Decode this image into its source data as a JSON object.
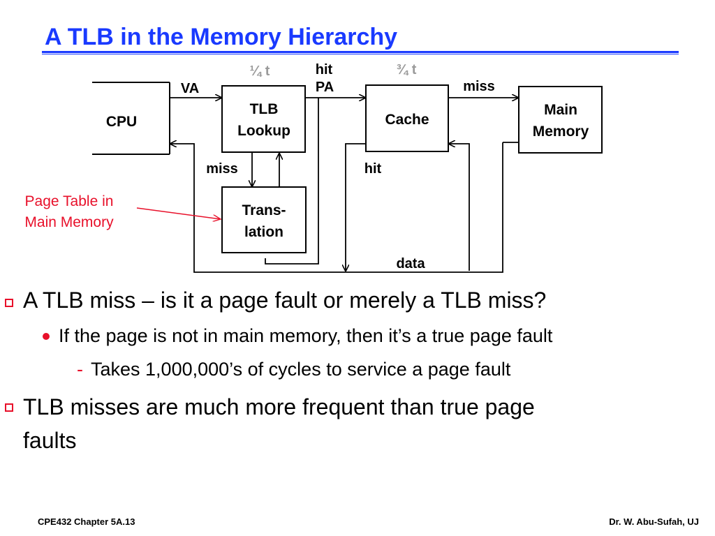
{
  "slide": {
    "title": "A TLB in the Memory Hierarchy"
  },
  "diagram": {
    "blocks": {
      "cpu": "CPU",
      "tlb_line1": "TLB",
      "tlb_line2": "Lookup",
      "cache": "Cache",
      "main_memory_line1": "Main",
      "main_memory_line2": "Memory",
      "translation_line1": "Trans-",
      "translation_line2": "lation"
    },
    "labels": {
      "va": "VA",
      "quarter_t": "¼  t",
      "hit_top": "hit",
      "pa": "PA",
      "three_quarter_t": "¾ t",
      "miss_top": "miss",
      "miss_left": "miss",
      "hit_middle": "hit",
      "data": "data"
    },
    "callout": {
      "line1": "Page Table in",
      "line2": "Main Memory"
    }
  },
  "bullets": [
    {
      "level": 1,
      "text": "A TLB miss – is it a page fault or merely a TLB miss?"
    },
    {
      "level": 2,
      "text": "If the page is not in main memory, then it’s a true page fault"
    },
    {
      "level": 3,
      "text": "Takes 1,000,000’s of cycles to service a page fault"
    },
    {
      "level": 1,
      "text": "TLB misses are much more frequent than true page"
    },
    {
      "level": 1,
      "text": "faults"
    }
  ],
  "footer": {
    "left": "CPE432  Chapter 5A.13",
    "right": "Dr. W. Abu-Sufah, UJ"
  },
  "colors": {
    "title": "#1a3aff",
    "accent_red": "#e8102a",
    "timing_gray": "#9a9a9a"
  }
}
